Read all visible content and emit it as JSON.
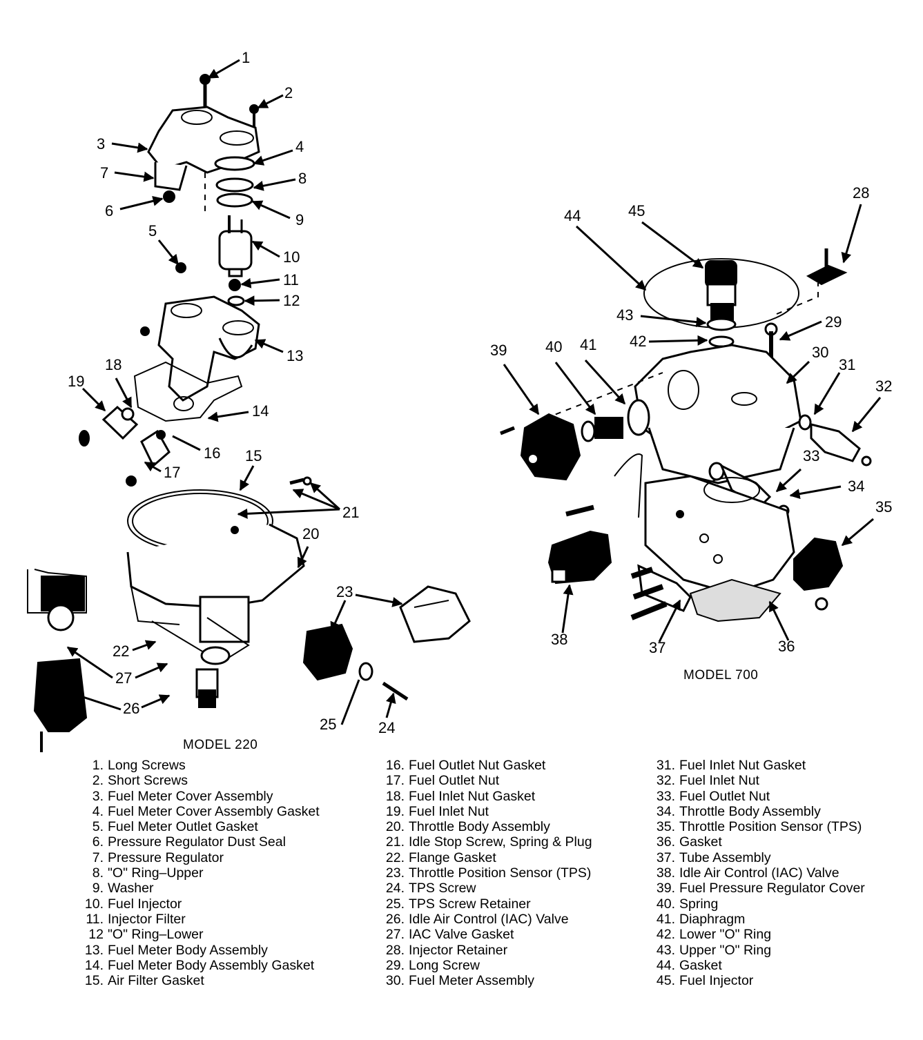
{
  "figure": {
    "models": [
      {
        "id": "model-220",
        "label": "MODEL 220"
      },
      {
        "id": "model-700",
        "label": "MODEL 700"
      }
    ],
    "callouts": [
      "1",
      "2",
      "3",
      "4",
      "5",
      "6",
      "7",
      "8",
      "9",
      "10",
      "11",
      "12",
      "13",
      "14",
      "15",
      "16",
      "17",
      "18",
      "19",
      "20",
      "21",
      "22",
      "23",
      "24",
      "25",
      "26",
      "27",
      "28",
      "29",
      "30",
      "31",
      "32",
      "33",
      "34",
      "35",
      "36",
      "37",
      "38",
      "39",
      "40",
      "41",
      "42",
      "43",
      "44",
      "45"
    ]
  },
  "legend": {
    "columns": [
      [
        {
          "num": "1.",
          "label": "Long Screws"
        },
        {
          "num": "2.",
          "label": "Short Screws"
        },
        {
          "num": "3.",
          "label": "Fuel Meter Cover Assembly"
        },
        {
          "num": "4.",
          "label": "Fuel Meter Cover Assembly Gasket"
        },
        {
          "num": "5.",
          "label": "Fuel Meter Outlet Gasket"
        },
        {
          "num": "6.",
          "label": "Pressure Regulator Dust Seal"
        },
        {
          "num": "7.",
          "label": "Pressure Regulator"
        },
        {
          "num": "8.",
          "label": "\"O\" Ring–Upper"
        },
        {
          "num": "9.",
          "label": "Washer"
        },
        {
          "num": "10.",
          "label": "Fuel Injector"
        },
        {
          "num": "11.",
          "label": "Injector Filter"
        },
        {
          "num": "12",
          "label": "\"O\" Ring–Lower"
        },
        {
          "num": "13.",
          "label": "Fuel Meter Body Assembly"
        },
        {
          "num": "14.",
          "label": "Fuel Meter Body Assembly Gasket"
        },
        {
          "num": "15.",
          "label": "Air Filter Gasket"
        }
      ],
      [
        {
          "num": "16.",
          "label": "Fuel Outlet Nut Gasket"
        },
        {
          "num": "17.",
          "label": "Fuel Outlet Nut"
        },
        {
          "num": "18.",
          "label": "Fuel Inlet Nut Gasket"
        },
        {
          "num": "19.",
          "label": "Fuel Inlet Nut"
        },
        {
          "num": "20.",
          "label": "Throttle Body Assembly"
        },
        {
          "num": "21.",
          "label": "Idle Stop Screw, Spring & Plug"
        },
        {
          "num": "22.",
          "label": "Flange Gasket"
        },
        {
          "num": "23.",
          "label": "Throttle Position Sensor (TPS)"
        },
        {
          "num": "24.",
          "label": "TPS Screw"
        },
        {
          "num": "25.",
          "label": "TPS Screw Retainer"
        },
        {
          "num": "26.",
          "label": "Idle Air Control (IAC) Valve"
        },
        {
          "num": "27.",
          "label": "IAC Valve Gasket"
        },
        {
          "num": "28.",
          "label": "Injector Retainer"
        },
        {
          "num": "29.",
          "label": "Long Screw"
        },
        {
          "num": "30.",
          "label": "Fuel Meter Assembly"
        }
      ],
      [
        {
          "num": "31.",
          "label": "Fuel Inlet Nut Gasket"
        },
        {
          "num": "32.",
          "label": "Fuel Inlet Nut"
        },
        {
          "num": "33.",
          "label": "Fuel Outlet Nut"
        },
        {
          "num": "34.",
          "label": "Throttle Body Assembly"
        },
        {
          "num": "35.",
          "label": "Throttle Position Sensor (TPS)"
        },
        {
          "num": "36.",
          "label": "Gasket"
        },
        {
          "num": "37.",
          "label": "Tube Assembly"
        },
        {
          "num": "38.",
          "label": "Idle Air Control (IAC) Valve"
        },
        {
          "num": "39.",
          "label": "Fuel Pressure Regulator Cover"
        },
        {
          "num": "40.",
          "label": "Spring"
        },
        {
          "num": "41.",
          "label": "Diaphragm"
        },
        {
          "num": "42.",
          "label": "Lower \"O\" Ring"
        },
        {
          "num": "43.",
          "label": "Upper \"O\" Ring"
        },
        {
          "num": "44.",
          "label": "Gasket"
        },
        {
          "num": "45.",
          "label": "Fuel Injector"
        }
      ]
    ]
  }
}
